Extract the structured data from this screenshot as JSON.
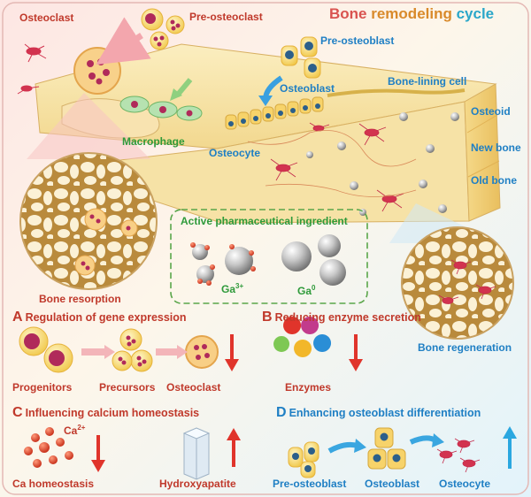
{
  "title": {
    "word1": "Bone",
    "word2": "remodeling",
    "word3": "cycle"
  },
  "cycle_labels": {
    "osteoclast": "Osteoclast",
    "pre_osteoclast": "Pre-osteoclast",
    "pre_osteoblast": "Pre-osteoblast",
    "osteoblast": "Osteoblast",
    "bone_lining_cell": "Bone-lining cell",
    "osteoid": "Osteoid",
    "new_bone": "New bone",
    "old_bone": "Old bone",
    "macrophage": "Macrophage",
    "osteocyte": "Osteocyte",
    "bone_resorption": "Bone resorption",
    "bone_regeneration": "Bone regeneration"
  },
  "api": {
    "title": "Active pharmaceutical ingredient",
    "ga3_base": "Ga",
    "ga3_sup": "3+",
    "ga0_base": "Ga",
    "ga0_sup": "0"
  },
  "sections": {
    "A": {
      "letter": "A",
      "title": "Regulation of gene expression",
      "items": [
        "Progenitors",
        "Precursors",
        "Osteoclast"
      ]
    },
    "B": {
      "letter": "B",
      "title": "Reducing enzyme secretion",
      "items": [
        "Enzymes"
      ]
    },
    "C": {
      "letter": "C",
      "title": "Influencing calcium homeostasis",
      "items": [
        "Ca homeostasis",
        "Hydroxyapatite"
      ],
      "ion_base": "Ca",
      "ion_sup": "2+"
    },
    "D": {
      "letter": "D",
      "title": "Enhancing osteoblast differentiation",
      "items": [
        "Pre-osteoblast",
        "Osteoblast",
        "Osteocyte"
      ]
    }
  },
  "colors": {
    "red_label": "#c0392b",
    "blue_label": "#1f7fc4",
    "green_label": "#2e9a3a",
    "arrow_down": "#e0342b",
    "arrow_up_red": "#e0342b",
    "arrow_up_blue": "#2aa7e0",
    "bone": "#f2dc9a",
    "osteocyte_cell": "#d2334f"
  }
}
